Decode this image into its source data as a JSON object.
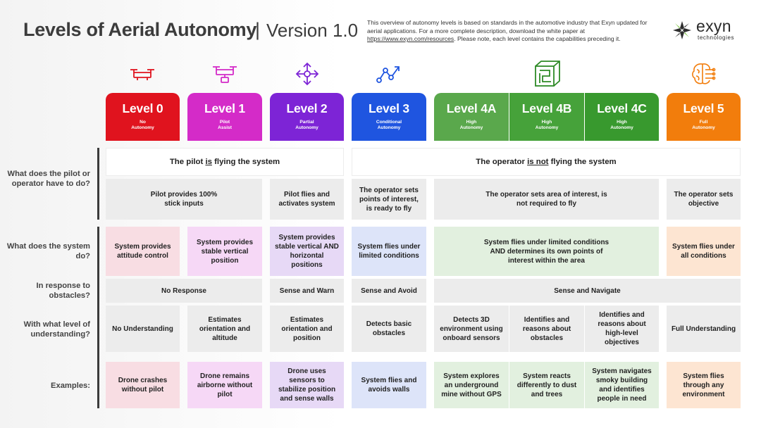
{
  "header": {
    "title_main": "Levels of Aerial Autonomy",
    "title_sep": "|",
    "title_version": "Version 1.0",
    "intro_text": "This overview of autonomy levels is based on standards in the automotive industry that Exyn updated for aerial applications. For a more complete description, download the white paper at",
    "intro_link": "https://www.exyn.com/resources",
    "intro_tail": ". Please note, each level contains the capabilities preceding it.",
    "logo_word": "exyn",
    "logo_sub": "technologies"
  },
  "levels": [
    {
      "name": "Level 0",
      "sub1": "No",
      "sub2": "Autonomy",
      "color": "#e0131e",
      "icon": "drone-icon"
    },
    {
      "name": "Level 1",
      "sub1": "Pilot",
      "sub2": "Assist",
      "color": "#d42bc8",
      "icon": "pilot-drone-icon"
    },
    {
      "name": "Level 2",
      "sub1": "Partial",
      "sub2": "Autonomy",
      "color": "#7d24d6",
      "icon": "move-arrows-icon"
    },
    {
      "name": "Level 3",
      "sub1": "Conditional",
      "sub2": "Autonomy",
      "color": "#1f55e0",
      "icon": "path-nodes-icon"
    },
    {
      "name": "Level 4A",
      "sub1": "High",
      "sub2": "Autonomy",
      "color": "#5aa84c",
      "icon": "3d-maze-icon"
    },
    {
      "name": "Level 4B",
      "sub1": "High",
      "sub2": "Autonomy",
      "color": "#46a23a",
      "icon": ""
    },
    {
      "name": "Level 4C",
      "sub1": "High",
      "sub2": "Autonomy",
      "color": "#38992e",
      "icon": ""
    },
    {
      "name": "Level 5",
      "sub1": "Full",
      "sub2": "Autonomy",
      "color": "#f27d0c",
      "icon": "brain-circuit-icon"
    }
  ],
  "row_labels": {
    "pilot": "What does the pilot or operator have to do?",
    "system": "What does the system do?",
    "obstacles": "In response to obstacles?",
    "understanding": "With what level of understanding?",
    "examples": "Examples:"
  },
  "rows": {
    "pilot_flying_pre": "The pilot ",
    "pilot_flying_is": "is",
    "pilot_flying_post": " flying the system",
    "operator_pre": "The operator ",
    "operator_isnot": "is not",
    "operator_post": " flying the system",
    "pilot_provides": "Pilot provides 100% stick inputs",
    "pilot_flies": "Pilot flies and activates system",
    "operator_points": "The operator sets points of interest, is ready to fly",
    "operator_area": "The operator sets area of interest, is not required to fly",
    "operator_objective": "The operator sets objective",
    "sys_l0": "System provides attitude control",
    "sys_l1": "System provides stable vertical position",
    "sys_l2": "System provides stable vertical AND horizontal positions",
    "sys_l3": "System flies under limited conditions",
    "sys_l4": "System flies under limited conditions AND determines its own points of interest within the area",
    "sys_l5": "System flies under all conditions",
    "obs_none": "No Response",
    "obs_warn": "Sense and Warn",
    "obs_avoid": "Sense and Avoid",
    "obs_nav": "Sense and Navigate",
    "und_l0": "No Understanding",
    "und_l1": "Estimates orientation and altitude",
    "und_l2": "Estimates orientation and position",
    "und_l3": "Detects basic obstacles",
    "und_l4a": "Detects 3D environment using onboard sensors",
    "und_l4b": "Identifies and reasons about obstacles",
    "und_l4c": "Identifies and reasons about high-level objectives",
    "und_l5": "Full Understanding",
    "ex_l0": "Drone crashes without pilot",
    "ex_l1": "Drone remains airborne without pilot",
    "ex_l2": "Drone uses sensors to stabilize position and sense walls",
    "ex_l3": "System flies and avoids walls",
    "ex_l4a": "System explores an underground mine without GPS",
    "ex_l4b": "System reacts differently to dust and trees",
    "ex_l4c": "System navigates smoky building and identifies people in need",
    "ex_l5": "System flies through any environment"
  }
}
